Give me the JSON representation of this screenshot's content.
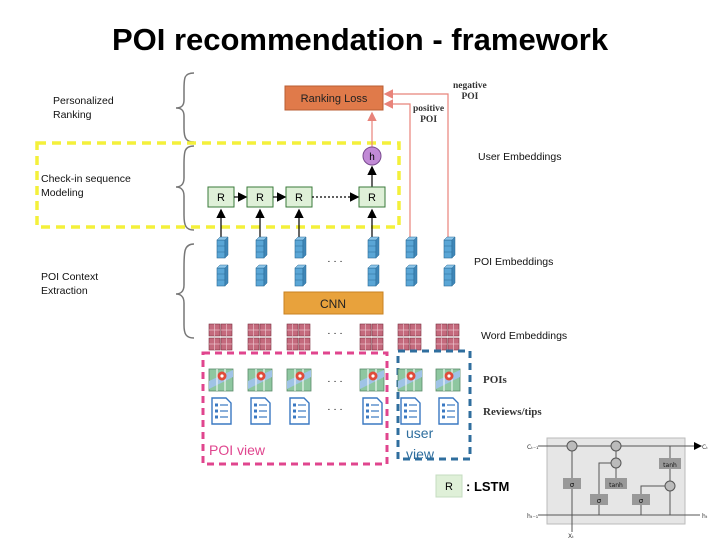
{
  "title": "POI recommendation - framework",
  "stages": {
    "personalized_ranking": "Personalized\nRanking",
    "checkin_modeling": "Check-in sequence\nModeling",
    "poi_context": "POI Context\nExtraction"
  },
  "right_labels": {
    "user_embeddings": "User Embeddings",
    "poi_embeddings": "POI Embeddings",
    "word_embeddings": "Word Embeddings",
    "pois": "POIs",
    "reviews": "Reviews/tips",
    "negative_poi": "negative\nPOI",
    "positive_poi": "positive\nPOI"
  },
  "blocks": {
    "ranking_loss": "Ranking Loss",
    "h_node": "h",
    "cnn": "CNN",
    "r_cell": "R",
    "ellipsis": "· · ·"
  },
  "views": {
    "poi_view": "POI view",
    "user_view": "user\nview"
  },
  "legend": {
    "r_box": "R",
    "label": ": LSTM"
  },
  "lstm_cell": {
    "c_in": "Cₜ₋₁",
    "c_out": "Cₜ",
    "h_in": "hₜ₋₁",
    "h_out": "hₜ",
    "x_in": "Xₜ",
    "sigma": "σ",
    "tanh": "tanh"
  },
  "colors": {
    "ranking_box": "#e07a4a",
    "cnn_box": "#e8a23c",
    "h_node": "#c18ad6",
    "r_box_fill": "#dff0d8",
    "yellow_dashed": "#f4f03a",
    "pink_dashed": "#e0458e",
    "blue_dashed": "#2f6e9e",
    "arrow_red": "#e8837a",
    "cube_blue": "#5aa6d6",
    "word_cube": "#c46a7d"
  }
}
